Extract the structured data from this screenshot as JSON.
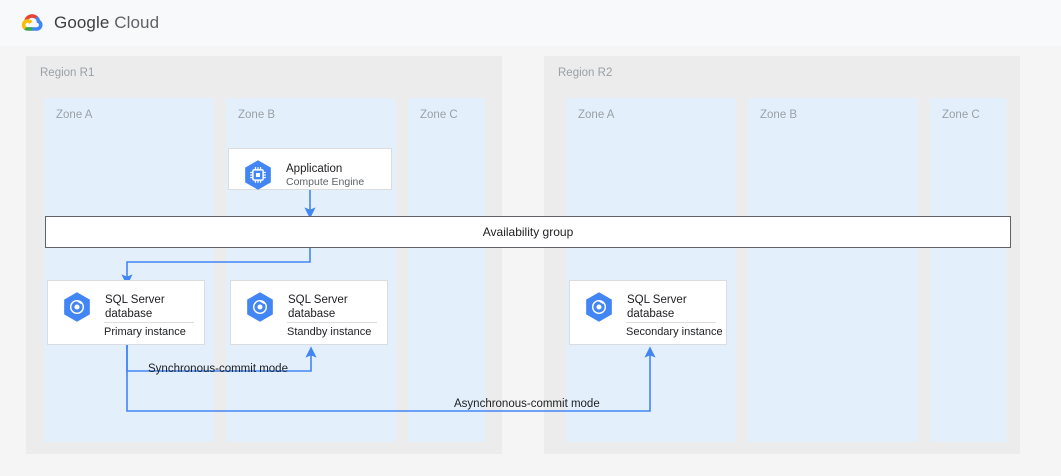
{
  "header": {
    "brand_google": "Google",
    "brand_cloud": "Cloud",
    "logo_icon": "google-cloud-logo"
  },
  "regions": [
    {
      "label": "Region R1",
      "zones": [
        {
          "label": "Zone A"
        },
        {
          "label": "Zone B"
        },
        {
          "label": "Zone C"
        }
      ]
    },
    {
      "label": "Region R2",
      "zones": [
        {
          "label": "Zone A"
        },
        {
          "label": "Zone B"
        },
        {
          "label": "Zone C"
        }
      ]
    }
  ],
  "nodes": {
    "application": {
      "title": "Application",
      "subtitle": "Compute Engine",
      "icon": "compute-engine-icon"
    },
    "primary_db": {
      "title": "SQL Server\ndatabase",
      "footer": "Primary instance",
      "icon": "sql-server-database-icon"
    },
    "standby_db": {
      "title": "SQL Server\ndatabase",
      "footer": "Standby instance",
      "icon": "sql-server-database-icon"
    },
    "secondary_db": {
      "title": "SQL Server\ndatabase",
      "footer": "Secondary instance",
      "icon": "sql-server-database-icon"
    }
  },
  "availability_group": {
    "label": "Availability group"
  },
  "connections": [
    {
      "name": "app-to-availability-group",
      "label": ""
    },
    {
      "name": "availability-group-to-primary",
      "label": ""
    },
    {
      "name": "primary-to-standby",
      "label": "Synchronous-commit mode"
    },
    {
      "name": "primary-to-secondary",
      "label": "Asynchronous-commit mode"
    }
  ],
  "colors": {
    "page_background": "#f5f5f5",
    "header_background": "#f8f9fa",
    "region_background": "#ececec",
    "zone_background": "#e3f0fb",
    "card_background": "#ffffff",
    "card_border": "#dadce0",
    "connector_blue": "#4285f4",
    "icon_blue": "#4285f4",
    "label_gray": "#9aa0a6",
    "text_dark": "#202124",
    "availability_group_border": "#5f6368"
  }
}
